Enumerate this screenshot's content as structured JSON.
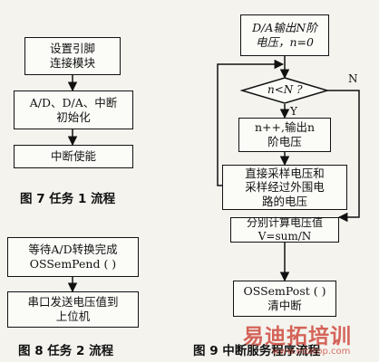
{
  "fig7": {
    "boxes": [
      "设置引脚\n连接模块",
      "A/D、D/A、中断\n初始化",
      "中断使能"
    ],
    "caption": "图 7   任务 1 流程"
  },
  "fig8": {
    "boxes": [
      "等待A/D转换完成\nOSSemPend ( )",
      "串口发送电压值到\n上位机"
    ],
    "caption": "图 8   任务 2 流程"
  },
  "fig9": {
    "boxes": {
      "start": "D/A输出N阶\n电压，n=0",
      "increment": "n++,输出n\n阶电压",
      "sample": "直接采样电压和\n采样经过外围电\n路的电压",
      "compute": "分别计算电压值\nV=sum/N",
      "post": "OSSemPost ( )\n清中断"
    },
    "decision": "n<N ?",
    "branch_yes": "Y",
    "branch_no": "N",
    "caption": "图 9   中断服务程序流程"
  },
  "watermark": {
    "main": "易迪拓培训",
    "url": "www.edatop.com"
  }
}
